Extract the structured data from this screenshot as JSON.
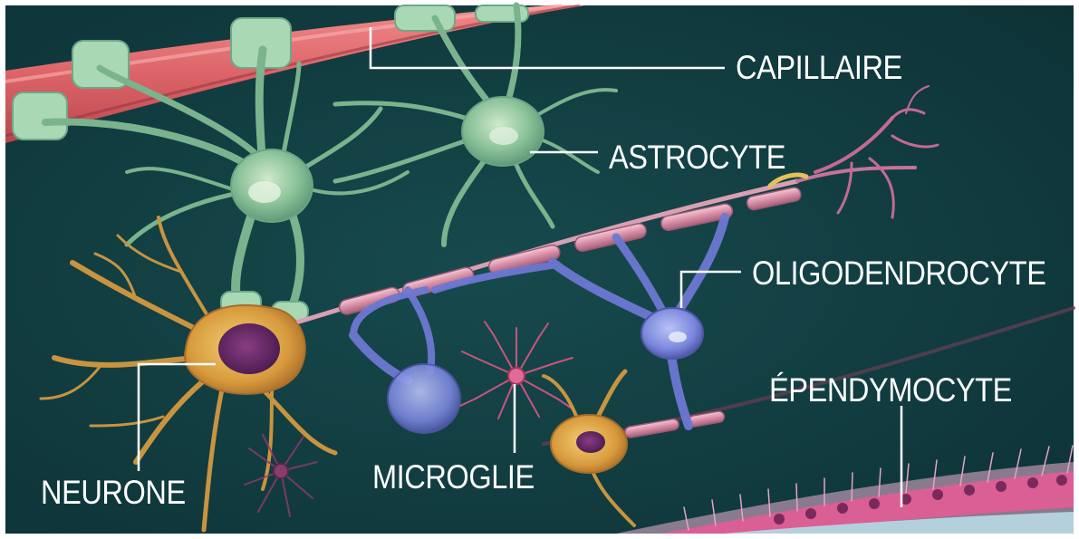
{
  "labels": {
    "capillaire": "CAPILLAIRE",
    "astrocyte": "ASTROCYTE",
    "oligodendrocyte": "OLIGODENDROCYTE",
    "ependymocyte": "ÉPENDYMOCYTE",
    "neurone": "NEURONE",
    "microglie": "MICROGLIE"
  },
  "colors": {
    "background": "#113a3e",
    "capillary": "#d9686c",
    "astrocyte": "#9fd0a8",
    "neuron": "#d9a84a",
    "myelin": "#7f8fe0",
    "axon": "#c98a9c",
    "microglia": "#c85a80",
    "ependyma": "#d95f95",
    "label_line": "#ffffff"
  }
}
